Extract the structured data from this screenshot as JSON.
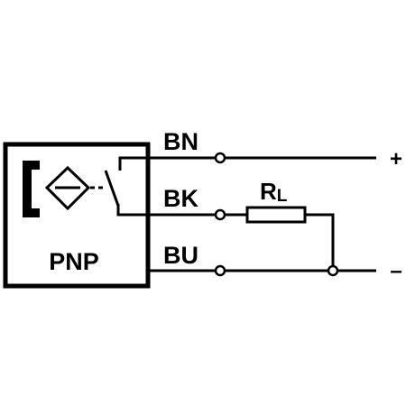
{
  "sensor": {
    "type_label": "PNP"
  },
  "wires": [
    {
      "label": "BN",
      "polarity": "+"
    },
    {
      "label": "BK",
      "polarity": ""
    },
    {
      "label": "BU",
      "polarity": "–"
    }
  ],
  "load": {
    "label_main": "R",
    "label_sub": "L"
  },
  "colors": {
    "line": "#000000",
    "background": "#ffffff"
  }
}
